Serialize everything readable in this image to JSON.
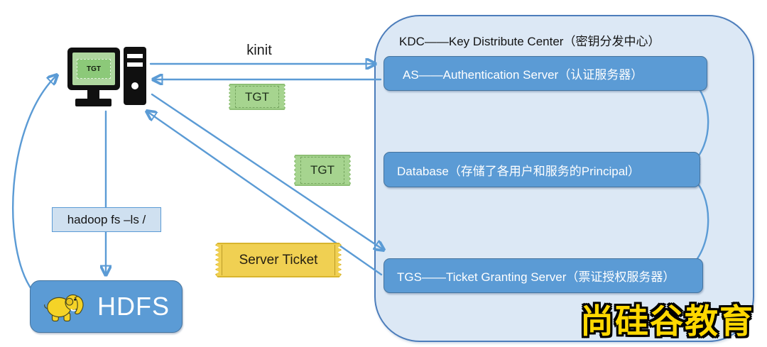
{
  "diagram": {
    "kdc": {
      "title": "KDC——Key Distribute Center（密钥分发中心）",
      "as_label": "AS——Authentication Server（认证服务器）",
      "database_label": "Database（存储了各用户和服务的Principal）",
      "tgs_label": "TGS——Ticket Granting Server（票证授权服务器）"
    },
    "client": {
      "screen_ticket_label": "TGT"
    },
    "labels": {
      "kinit": "kinit",
      "hadoop_command": "hadoop fs –ls /"
    },
    "tickets": {
      "tgt_upper": "TGT",
      "tgt_lower": "TGT",
      "server_ticket": "Server Ticket"
    },
    "hdfs": {
      "label": "HDFS"
    },
    "watermark": "尚硅谷教育",
    "colors": {
      "arrow_blue": "#5b9bd5",
      "node_fill": "#5b9bd5",
      "kdc_fill": "#dce8f5",
      "kdc_border": "#4c7dbb",
      "ticket_green": "#a6d48f",
      "ticket_yellow": "#f0d052",
      "screen_green": "#aed69e",
      "watermark_yellow": "#ffd800"
    }
  }
}
